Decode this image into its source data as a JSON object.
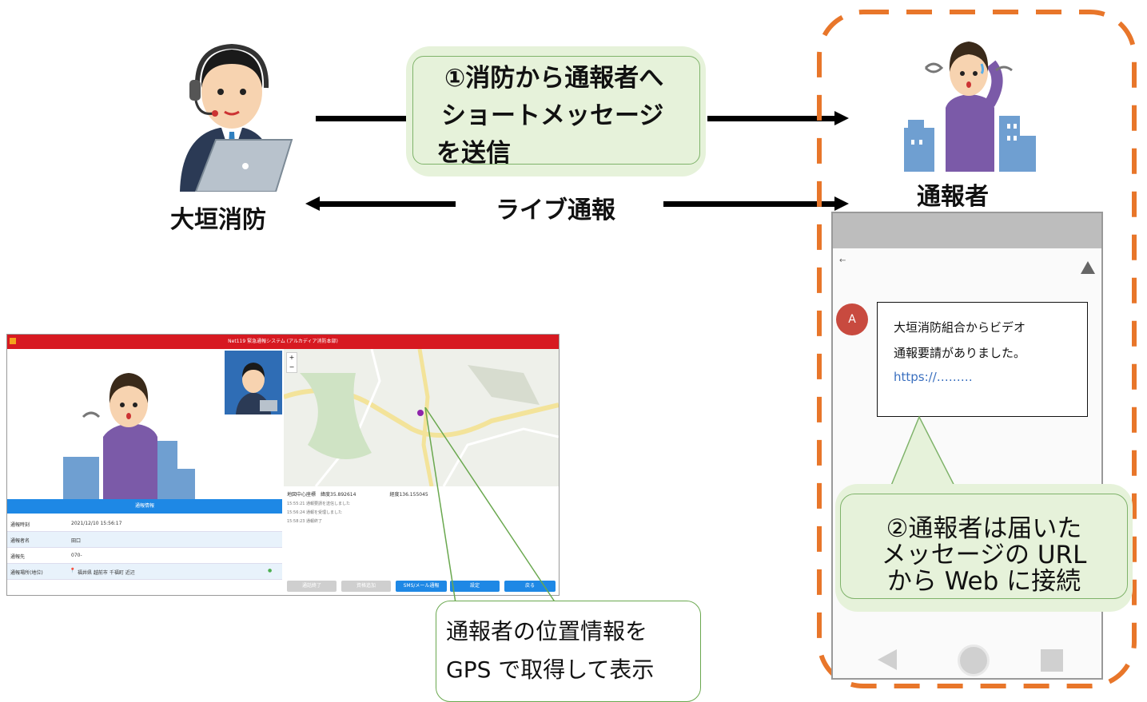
{
  "callout_top": {
    "line1": "①消防から通報者へ",
    "line2": "ショートメッセージ",
    "line3": "を送信"
  },
  "live_report_label": "ライブ通報",
  "fire_dept_label": "大垣消防",
  "reporter_label": "通報者",
  "phone": {
    "sender_initial": "A",
    "msg_line1": "大垣消防組合からビデオ",
    "msg_line2": "通報要請がありました。",
    "msg_link": "https://………"
  },
  "callout_right": {
    "line1": "②通報者は届いた",
    "line2": "メッセージの URL",
    "line3": "から Web に接続"
  },
  "callout_bottom": {
    "line1": "通報者の位置情報を",
    "line2": "GPS で取得して表示"
  },
  "screen": {
    "title": "Net119 緊急通報システム (アルカディア消防本部)",
    "info_header": "通報情報",
    "rows": [
      {
        "k": "通報時刻",
        "v": "2021/12/10 15:56:17"
      },
      {
        "k": "通報者名",
        "v": "田口"
      },
      {
        "k": "通報先",
        "v": "070-"
      },
      {
        "k": "通報場所(地位)",
        "v": "福井県 越前市 千福町 近辺"
      }
    ],
    "map_coords": "地図中心座標　緯度35.892614　　　　　　　経度136.155045",
    "log": [
      "15:55:21 通報要請を送信しました",
      "15:56:24 通報を受理しました",
      "15:58:23 通報終了"
    ],
    "buttons": [
      "通話終了",
      "資格追加",
      "SMS/メール通報",
      "設定",
      "戻る"
    ]
  },
  "colors": {
    "dashed_border": "#e8762a",
    "callout_fill": "#e6f2da",
    "screen_header": "#d71921",
    "screen_blue": "#1e88e5"
  }
}
